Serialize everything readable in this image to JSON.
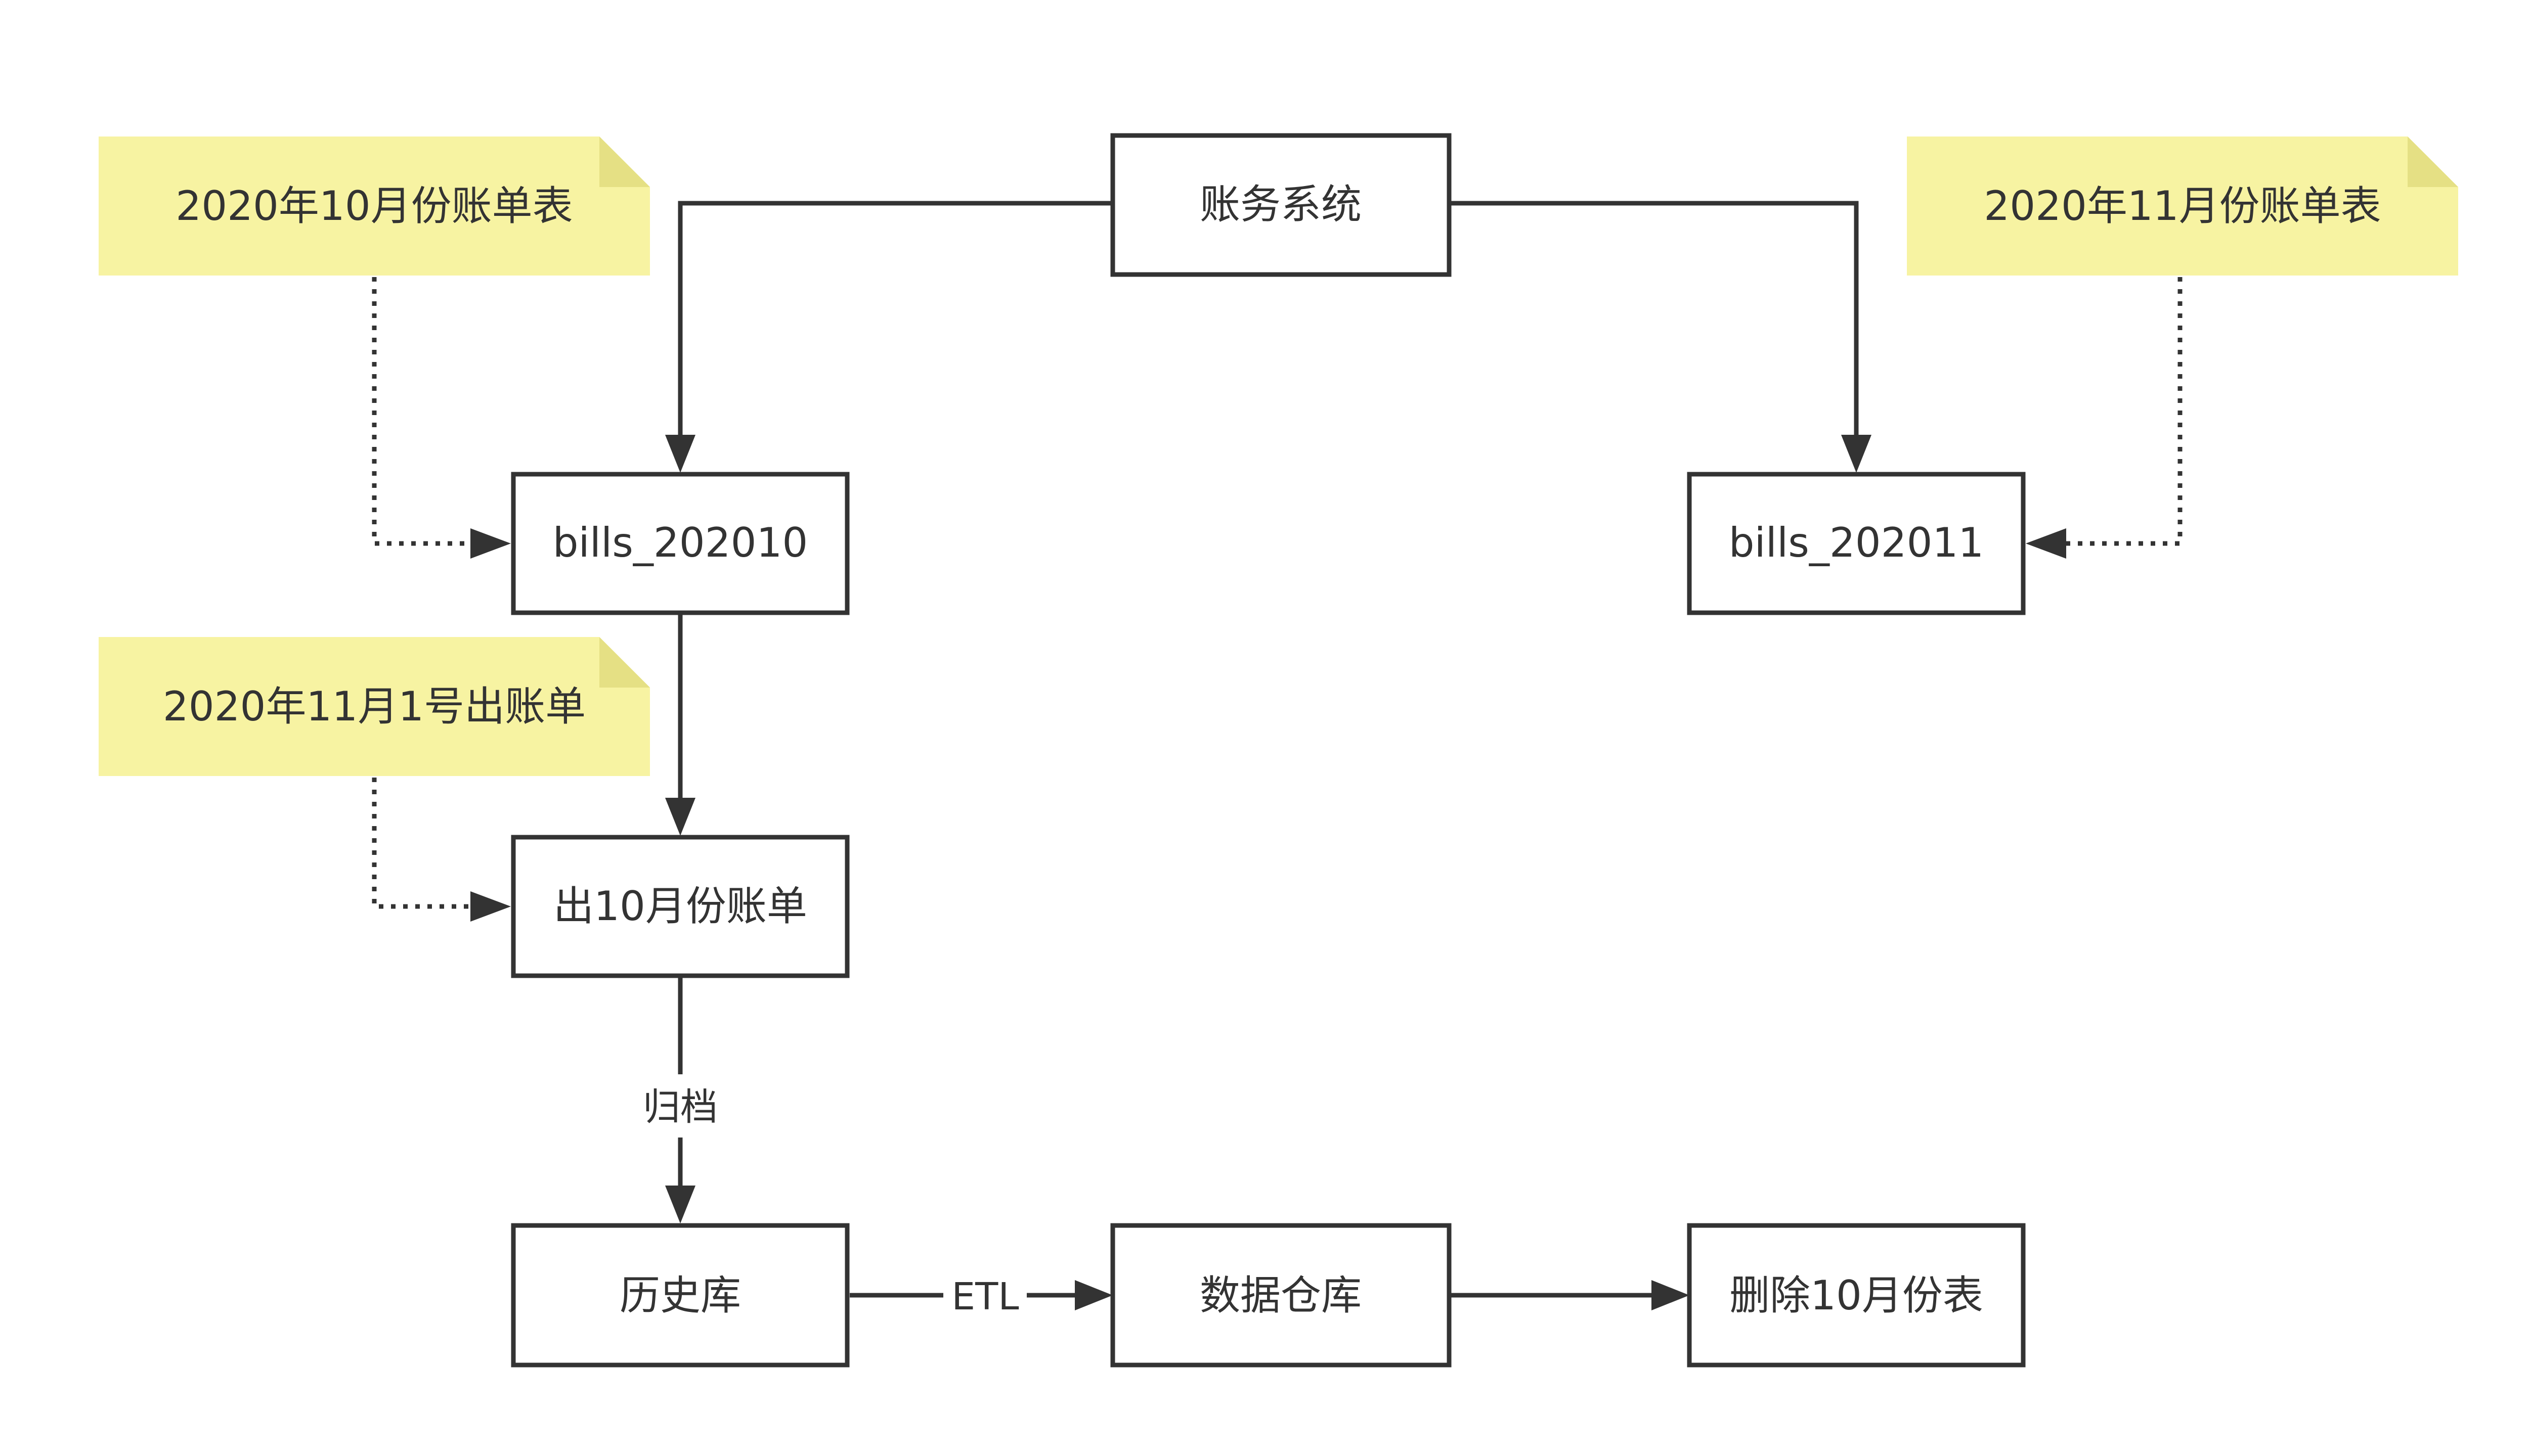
{
  "diagram": {
    "nodes": {
      "accounting_system": "账务系统",
      "bills_202010": "bills_202010",
      "bills_202011": "bills_202011",
      "issue_october_bill": "出10月份账单",
      "history_db": "历史库",
      "data_warehouse": "数据仓库",
      "delete_october_table": "删除10月份表"
    },
    "notes": {
      "oct_bill_table": "2020年10月份账单表",
      "nov_bill_table": "2020年11月份账单表",
      "nov_first_billing": "2020年11月1号出账单"
    },
    "edge_labels": {
      "archive": "归档",
      "etl": "ETL"
    },
    "colors": {
      "note_fill": "#f7f3a2",
      "note_fold": "#e5e084",
      "stroke": "#333333",
      "box_fill": "#ffffff"
    }
  }
}
